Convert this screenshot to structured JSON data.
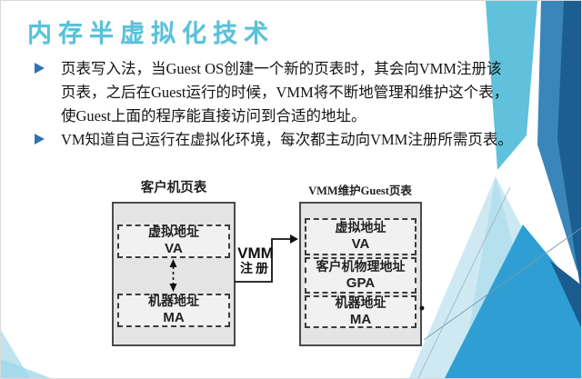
{
  "slide": {
    "title": "内存半虚拟化技术",
    "bullets": [
      {
        "lines": [
          "页表写入法，当Guest OS创建一个新的页表时，其会向VMM注册该",
          "页表，之后在Guest运行的时候，VMM将不断地管理和维护这个表，",
          "使Guest上面的程序能直接访问到合适的地址。"
        ]
      },
      {
        "lines": [
          "VM知道自己运行在虚拟化环境，每次都主动向VMM注册所需页表。"
        ]
      }
    ]
  },
  "diagram": {
    "left_table": {
      "title": "客户机页表",
      "rows": [
        {
          "name": "虚拟地址",
          "abbr": "VA"
        },
        {
          "name": "机器地址",
          "abbr": "MA"
        }
      ]
    },
    "right_table": {
      "title": "VMM维护Guest页表",
      "rows": [
        {
          "name": "虚拟地址",
          "abbr": "VA"
        },
        {
          "name": "客户机物理地址",
          "abbr": "GPA"
        },
        {
          "name": "机器地址",
          "abbr": "MA"
        }
      ]
    },
    "connector": {
      "label_line1": "VMM",
      "label_line2": "注册"
    }
  },
  "colors": {
    "title": "#58c2d9",
    "bullet_marker": "#2e74b5",
    "body_text": "#141414",
    "outer_box_fill": "#e4e4e4",
    "outer_box_border": "#4a4a4a",
    "inner_box_fill": "#f1f1f1",
    "accent_dark_blue": "#1d5e92",
    "accent_medium_blue": "#3a86ba",
    "accent_light_cyan": "#5fc1dc",
    "accent_pale_cyan": "#cfe9f3",
    "accent_vivid_blue": "#2f9fd3"
  }
}
